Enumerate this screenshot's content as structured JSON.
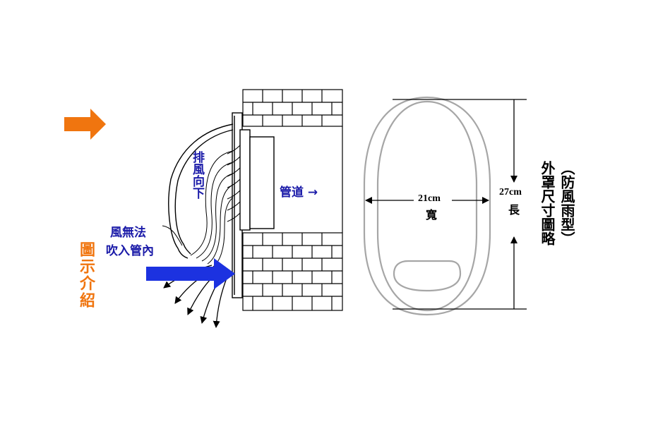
{
  "colors": {
    "accent_orange": "#f0750f",
    "label_blue": "#1a1aa8",
    "arrow_blue": "#1c32e0",
    "line": "#000000",
    "outline_gray": "#a6a6a6"
  },
  "icons": {
    "pointer": "arrow-right-icon",
    "airflow": "arrow-right-icon"
  },
  "labels": {
    "side_title": "圖示介紹",
    "exhaust_down": "排風向下",
    "wind_cannot_1": "風無法",
    "wind_cannot_2": "吹入管內",
    "duct_label": "管道",
    "duct_arrow": "→",
    "width_value": "21cm",
    "width_char": "寬",
    "length_value": "27cm",
    "length_char": "長",
    "cover_title_a": "（防風雨型）",
    "cover_title_b": "外罩尺寸圖略"
  }
}
